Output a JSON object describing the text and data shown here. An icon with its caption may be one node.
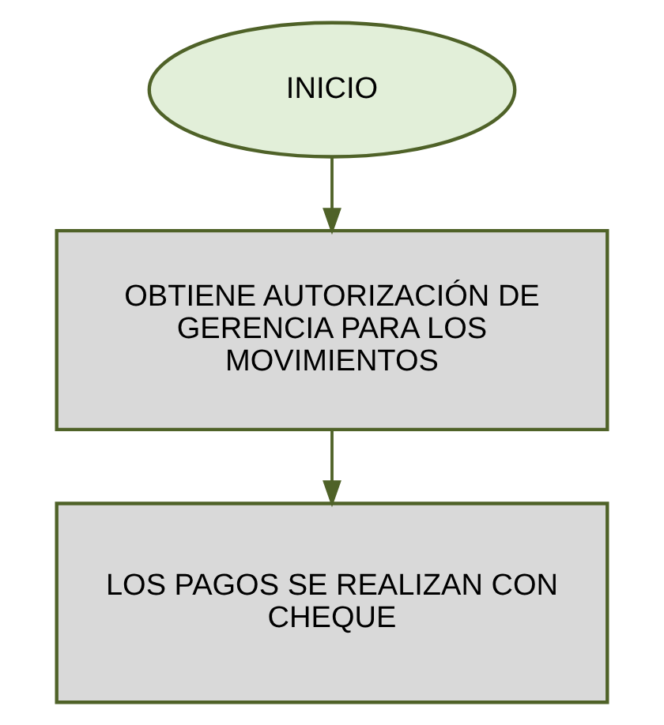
{
  "diagram": {
    "nodes": [
      {
        "text": [
          "INICIO"
        ]
      },
      {
        "text": [
          "OBTIENE AUTORIZACIÓN DE GERENCIA PARA LOS MOVIMIENTOS"
        ]
      },
      {
        "text": [
          "LOS PAGOS SE REALIZAN CON CHEQUE"
        ]
      }
    ],
    "edges": [
      {
        "from": 0,
        "to": 1,
        "arrow": "to"
      },
      {
        "from": 1,
        "to": 2,
        "arrow": "to"
      }
    ]
  }
}
